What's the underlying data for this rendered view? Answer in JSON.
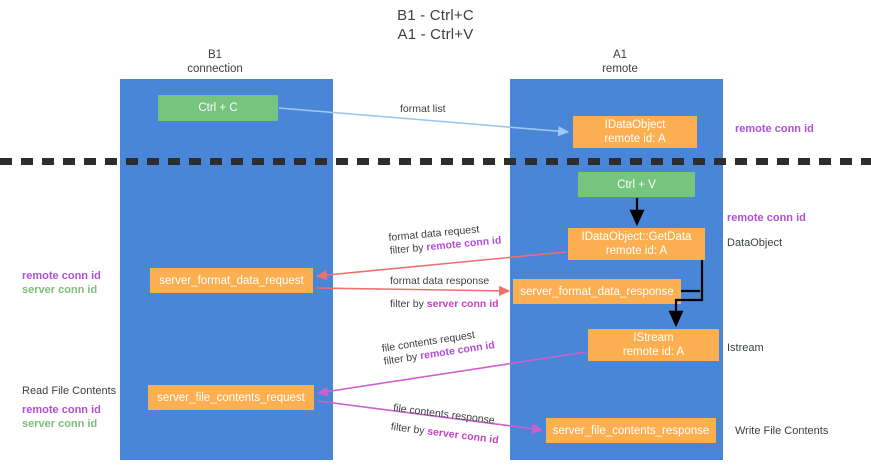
{
  "title": {
    "line1": "B1 - Ctrl+C",
    "line2": "A1 - Ctrl+V"
  },
  "columns": [
    {
      "name": "B1",
      "role": "connection"
    },
    {
      "name": "A1",
      "role": "remote"
    }
  ],
  "nodes": [
    {
      "id": "ctrl-c",
      "label": "Ctrl + C",
      "sub": "",
      "color": "green"
    },
    {
      "id": "idataobject",
      "label": "IDataObject",
      "sub": "remote id: A",
      "color": "orange"
    },
    {
      "id": "ctrl-v",
      "label": "Ctrl + V",
      "sub": "",
      "color": "green"
    },
    {
      "id": "getdata",
      "label": "IDataObject::GetData",
      "sub": "remote id: A",
      "color": "orange"
    },
    {
      "id": "server-format-data-request",
      "label": "server_format_data_request",
      "sub": "",
      "color": "orange"
    },
    {
      "id": "server-format-data-response",
      "label": "server_format_data_response",
      "sub": "",
      "color": "orange"
    },
    {
      "id": "istream",
      "label": "IStream",
      "sub": "remote id: A",
      "color": "orange"
    },
    {
      "id": "server-file-contents-request",
      "label": "server_file_contents_request",
      "sub": "",
      "color": "orange"
    },
    {
      "id": "server-file-contents-response",
      "label": "server_file_contents_response",
      "sub": "",
      "color": "orange"
    }
  ],
  "edges": {
    "format_list": {
      "label": "format list"
    },
    "format_data_request": {
      "line1": "format data request",
      "filter_prefix": "filter by ",
      "filter_key": "remote conn id"
    },
    "format_data_response": {
      "line1": "format data response",
      "filter_prefix": "filter by ",
      "filter_key": "server conn id"
    },
    "file_contents_request": {
      "line1": "file contents request",
      "filter_prefix": "filter by ",
      "filter_key": "remote conn id"
    },
    "file_contents_response": {
      "line1": "file contents response",
      "filter_prefix": "filter by ",
      "filter_key": "server conn id"
    }
  },
  "right_annotations": [
    {
      "id": "remote-conn-id-top",
      "text": "remote conn id",
      "style": "purple"
    },
    {
      "id": "remote-conn-id-mid",
      "text": "remote conn id",
      "style": "purple"
    },
    {
      "id": "dataobject",
      "text": "DataObject",
      "style": "plain"
    },
    {
      "id": "istream-label",
      "text": "Istream",
      "style": "plain"
    },
    {
      "id": "write-file-contents",
      "text": "Write File Contents",
      "style": "plain"
    }
  ],
  "left_annotations": [
    {
      "id": "remote-conn-id-left-1",
      "text": "remote conn id",
      "style": "purple"
    },
    {
      "id": "server-conn-id-left-1",
      "text": "server conn id",
      "style": "green"
    },
    {
      "id": "read-file-contents",
      "text": "Read File Contents",
      "style": "plain"
    },
    {
      "id": "remote-conn-id-left-2",
      "text": "remote conn id",
      "style": "purple"
    },
    {
      "id": "server-conn-id-left-2",
      "text": "server conn id",
      "style": "green"
    }
  ],
  "colors": {
    "lane": "#4a86d8",
    "green_box": "#76c47e",
    "orange_box": "#fcaf50",
    "purple": "#b14fd8",
    "green_text": "#7bbf7b",
    "magenta": "#c443c4",
    "arrow_blue": "#9ec9ee",
    "arrow_red": "#ef6f6f",
    "arrow_magenta": "#cf5fcf",
    "arrow_black": "#000000",
    "divider": "#2d2d2d"
  }
}
